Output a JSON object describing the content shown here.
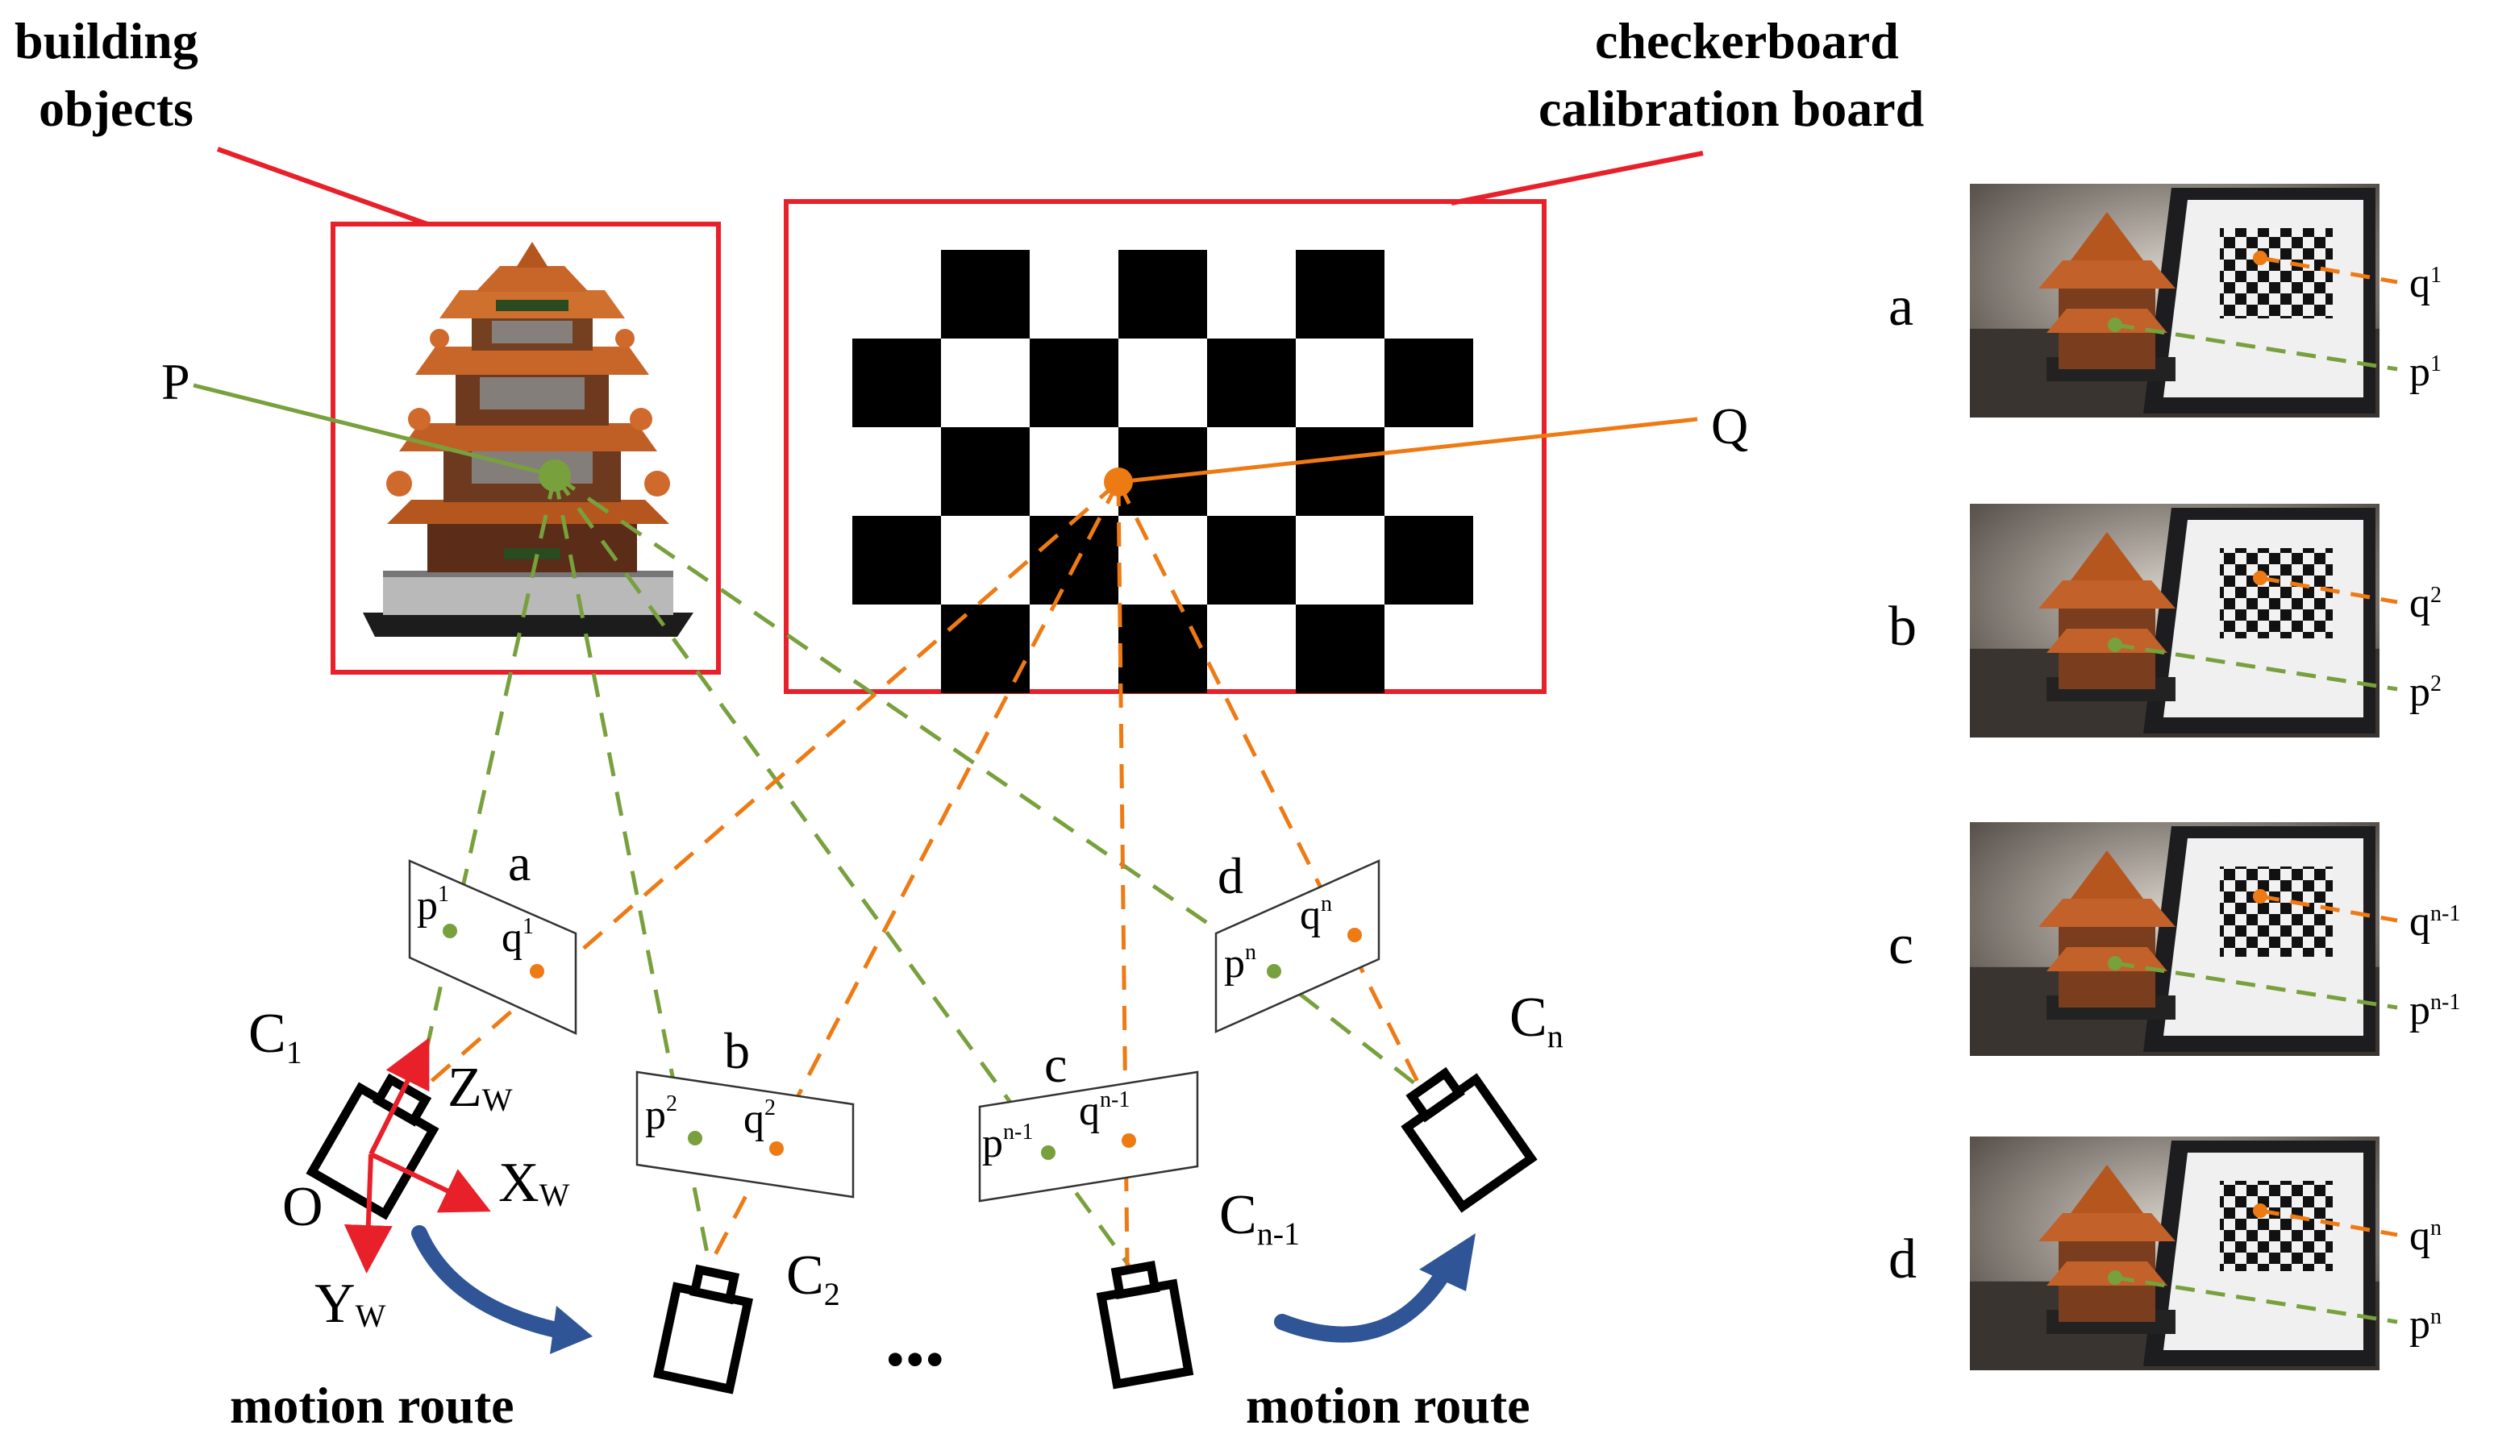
{
  "labels": {
    "building_objects_line1": "building",
    "building_objects_line2": "objects",
    "checkerboard_line1": "checkerboard",
    "checkerboard_line2": "calibration board",
    "point_P": "P",
    "point_Q": "Q",
    "motion_route_left": "motion route",
    "motion_route_right": "motion route",
    "ellipsis": "•••",
    "origin": "O",
    "axis_x": "X",
    "axis_x_sub": "W",
    "axis_y": "Y",
    "axis_y_sub": "W",
    "axis_z": "Z",
    "axis_z_sub": "W"
  },
  "planes": [
    {
      "name": "a",
      "p": "p",
      "p_sub": "1",
      "q": "q",
      "q_sub": "1"
    },
    {
      "name": "b",
      "p": "p",
      "p_sub": "2",
      "q": "q",
      "q_sub": "2"
    },
    {
      "name": "c",
      "p": "p",
      "p_sub": "n-1",
      "q": "q",
      "q_sub": "n-1"
    },
    {
      "name": "d",
      "p": "p",
      "p_sub": "n",
      "q": "q",
      "q_sub": "n"
    }
  ],
  "cameras": [
    {
      "label": "C",
      "sub": "1"
    },
    {
      "label": "C",
      "sub": "2"
    },
    {
      "label": "C",
      "sub": "n-1"
    },
    {
      "label": "C",
      "sub": "n"
    }
  ],
  "photos": [
    {
      "name": "a",
      "q": "q",
      "q_sub": "1",
      "p": "p",
      "p_sub": "1"
    },
    {
      "name": "b",
      "q": "q",
      "q_sub": "2",
      "p": "p",
      "p_sub": "2"
    },
    {
      "name": "c",
      "q": "q",
      "q_sub": "n-1",
      "p": "p",
      "p_sub": "n-1"
    },
    {
      "name": "d",
      "q": "q",
      "q_sub": "n",
      "p": "p",
      "p_sub": "n"
    }
  ],
  "colors": {
    "green": "#78a03c",
    "orange": "#ee7a14",
    "red": "#e8202a",
    "blue_arrow": "#2f5597"
  }
}
